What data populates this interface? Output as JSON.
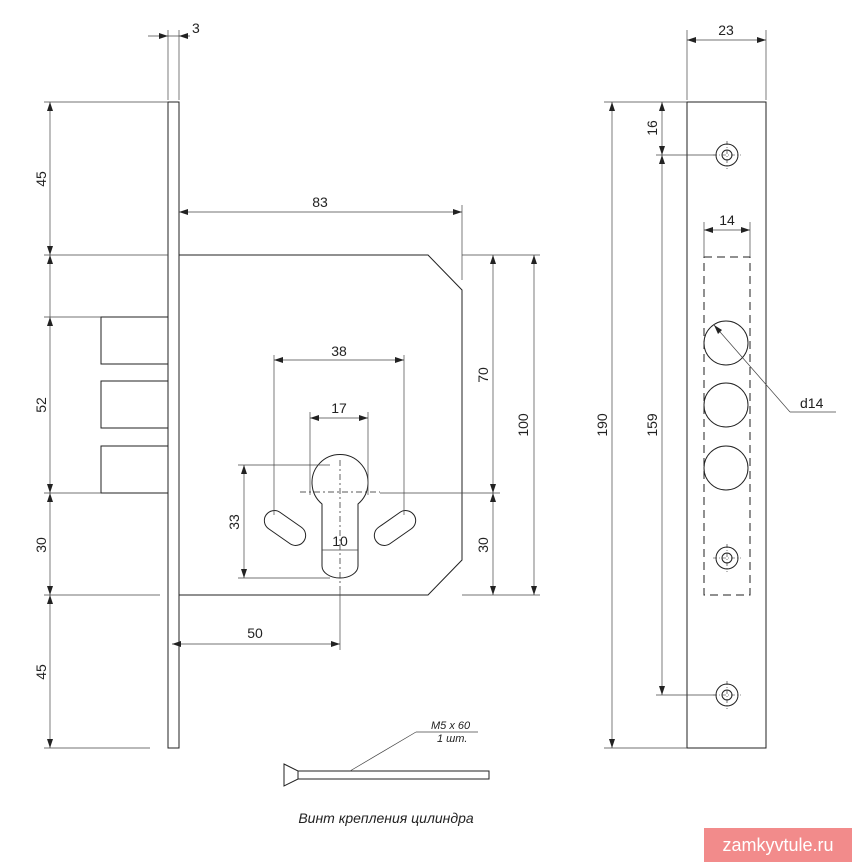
{
  "dimensions": {
    "faceplate_thickness": "3",
    "top_offset_left": "45",
    "body_depth": "83",
    "bolt_zone": "52",
    "bolt_to_axis": "30",
    "bottom_offset_left": "45",
    "cylinder_holes_spacing": "38",
    "cylinder_width": "17",
    "cylinder_height": "33",
    "cylinder_lower_width": "10",
    "backset": "50",
    "upper_height": "70",
    "body_height": "100",
    "lower_height": "30",
    "plate_width": "23",
    "screw_top_offset": "16",
    "screw_spacing": "159",
    "plate_length": "190",
    "bolt_slot_width": "14",
    "bolt_diameter": "d14"
  },
  "screw": {
    "spec": "M5 x 60",
    "qty": "1 шт.",
    "caption": "Винт крепления цилиндра"
  },
  "watermark": "zamkyvtule.ru"
}
